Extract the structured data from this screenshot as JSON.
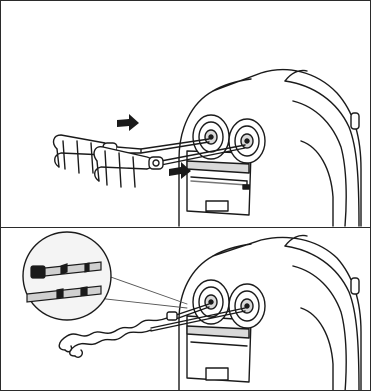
{
  "manual_figure": {
    "panels": [
      {
        "id": "insert-beaters",
        "shows": [
          "mixer-body",
          "beater-sockets",
          "two-beaters",
          "two-insert-arrows"
        ]
      },
      {
        "id": "insert-dough-hooks",
        "shows": [
          "mixer-body",
          "beater-sockets",
          "two-dough-hooks",
          "magnified-hook-shafts"
        ]
      }
    ],
    "colors": {
      "line": "#1a1a1a",
      "fill": "#ffffff",
      "shade": "#d9d9d9",
      "magnifier": "#f4f4f4"
    }
  }
}
